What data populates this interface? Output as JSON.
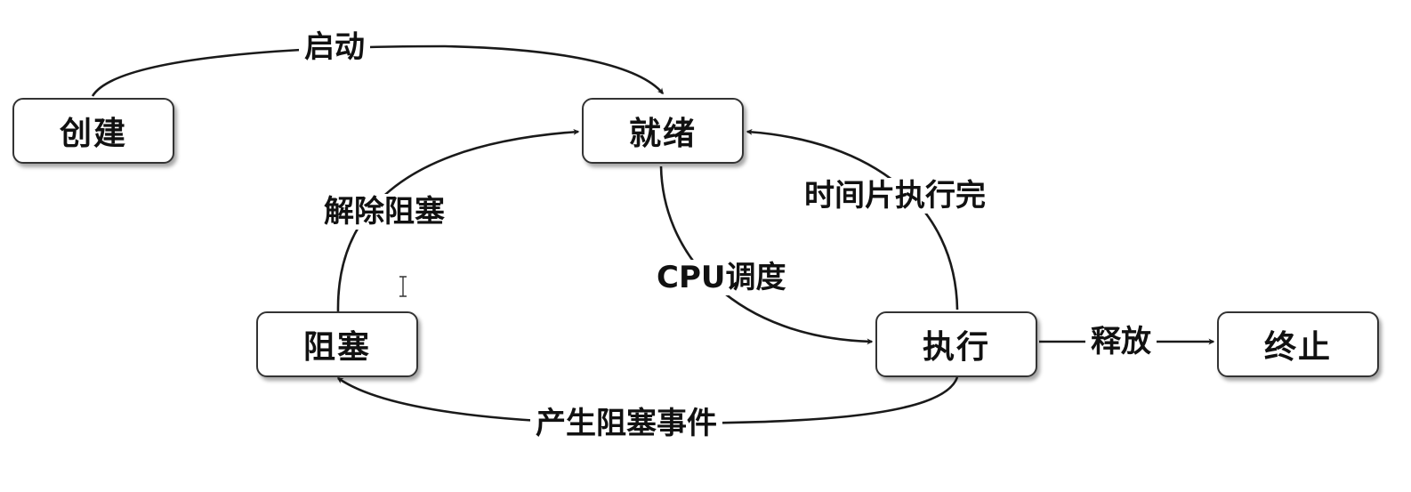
{
  "nodes": {
    "create": "创建",
    "ready": "就绪",
    "blocked": "阻塞",
    "running": "执行",
    "terminated": "终止"
  },
  "edges": {
    "start": "启动",
    "unblock": "解除阻塞",
    "timeslice_done": "时间片执行完",
    "cpu_schedule": "CPU调度",
    "block_event": "产生阻塞事件",
    "release": "释放"
  },
  "colors": {
    "stroke": "#1a1a1a",
    "box_border": "#333333",
    "background": "#ffffff"
  }
}
